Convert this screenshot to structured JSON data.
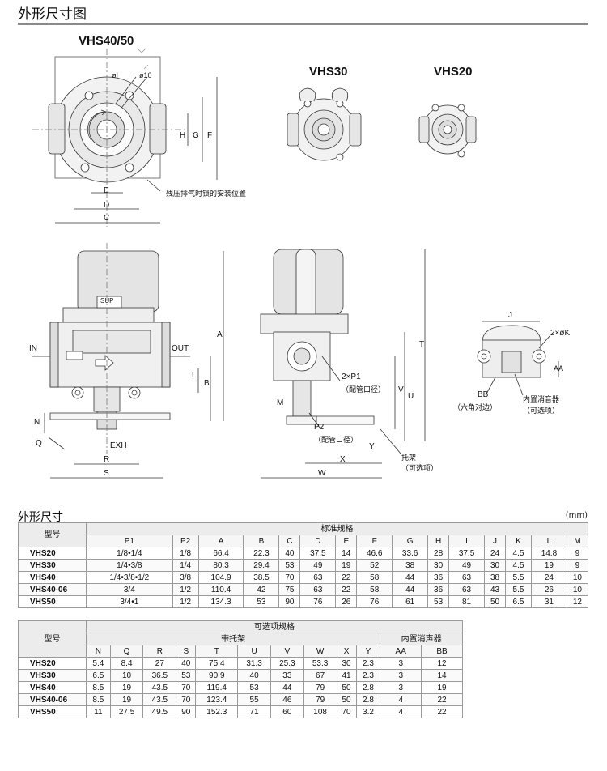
{
  "page_title": "外形尺寸图",
  "drawings": {
    "vhs4050": "VHS40/50",
    "vhs30": "VHS30",
    "vhs20": "VHS20",
    "note_lock": "残压排气时锁的安装位置",
    "port_in": "IN",
    "port_out": "OUT",
    "port_exh": "EXH",
    "port_sup": "SUP",
    "p1": "2×P1",
    "p1_note": "（配管口径）",
    "p2": "P2",
    "p2_note": "（配管口径）",
    "bracket": "托架",
    "bracket_note": "（可选项）",
    "bb_note": "（六角对边）",
    "silencer": "内置消音器",
    "silencer_note": "（可选项）",
    "hole": "2×øK",
    "dim_letters": {
      "a": "A",
      "b": "B",
      "c": "C",
      "d": "D",
      "e": "E",
      "f": "F",
      "g": "G",
      "h": "H",
      "i": "øI",
      "j": "J",
      "l": "L",
      "m": "M",
      "n": "N",
      "q": "Q",
      "r": "R",
      "s": "S",
      "t": "T",
      "u": "U",
      "v": "V",
      "w": "W",
      "x": "X",
      "y": "Y",
      "aa": "AA",
      "bb": "BB",
      "phi10": "ø10"
    }
  },
  "dims_section_title": "外形尺寸",
  "unit_label": "(mm)",
  "table1": {
    "model_header": "型号",
    "group_header": "标准规格",
    "columns": [
      "P1",
      "P2",
      "A",
      "B",
      "C",
      "D",
      "E",
      "F",
      "G",
      "H",
      "I",
      "J",
      "K",
      "L",
      "M"
    ],
    "rows": [
      {
        "model": "VHS20",
        "values": [
          "1/8•1/4",
          "1/8",
          "66.4",
          "22.3",
          "40",
          "37.5",
          "14",
          "46.6",
          "33.6",
          "28",
          "37.5",
          "24",
          "4.5",
          "14.8",
          "9"
        ]
      },
      {
        "model": "VHS30",
        "values": [
          "1/4•3/8",
          "1/4",
          "80.3",
          "29.4",
          "53",
          "49",
          "19",
          "52",
          "38",
          "30",
          "49",
          "30",
          "4.5",
          "19",
          "9"
        ]
      },
      {
        "model": "VHS40",
        "values": [
          "1/4•3/8•1/2",
          "3/8",
          "104.9",
          "38.5",
          "70",
          "63",
          "22",
          "58",
          "44",
          "36",
          "63",
          "38",
          "5.5",
          "24",
          "10"
        ]
      },
      {
        "model": "VHS40-06",
        "values": [
          "3/4",
          "1/2",
          "110.4",
          "42",
          "75",
          "63",
          "22",
          "58",
          "44",
          "36",
          "63",
          "43",
          "5.5",
          "26",
          "10"
        ]
      },
      {
        "model": "VHS50",
        "values": [
          "3/4•1",
          "1/2",
          "134.3",
          "53",
          "90",
          "76",
          "26",
          "76",
          "61",
          "53",
          "81",
          "50",
          "6.5",
          "31",
          "12"
        ]
      }
    ]
  },
  "table2": {
    "model_header": "型号",
    "group_header": "可选项规格",
    "sub_bracket": "带托架",
    "sub_silencer": "内置消声器",
    "columns": [
      "N",
      "Q",
      "R",
      "S",
      "T",
      "U",
      "V",
      "W",
      "X",
      "Y",
      "AA",
      "BB"
    ],
    "rows": [
      {
        "model": "VHS20",
        "values": [
          "5.4",
          "8.4",
          "27",
          "40",
          "75.4",
          "31.3",
          "25.3",
          "53.3",
          "30",
          "2.3",
          "3",
          "12"
        ]
      },
      {
        "model": "VHS30",
        "values": [
          "6.5",
          "10",
          "36.5",
          "53",
          "90.9",
          "40",
          "33",
          "67",
          "41",
          "2.3",
          "3",
          "14"
        ]
      },
      {
        "model": "VHS40",
        "values": [
          "8.5",
          "19",
          "43.5",
          "70",
          "119.4",
          "53",
          "44",
          "79",
          "50",
          "2.8",
          "3",
          "19"
        ]
      },
      {
        "model": "VHS40-06",
        "values": [
          "8.5",
          "19",
          "43.5",
          "70",
          "123.4",
          "55",
          "46",
          "79",
          "50",
          "2.8",
          "4",
          "22"
        ]
      },
      {
        "model": "VHS50",
        "values": [
          "11",
          "27.5",
          "49.5",
          "90",
          "152.3",
          "71",
          "60",
          "108",
          "70",
          "3.2",
          "4",
          "22"
        ]
      }
    ]
  }
}
